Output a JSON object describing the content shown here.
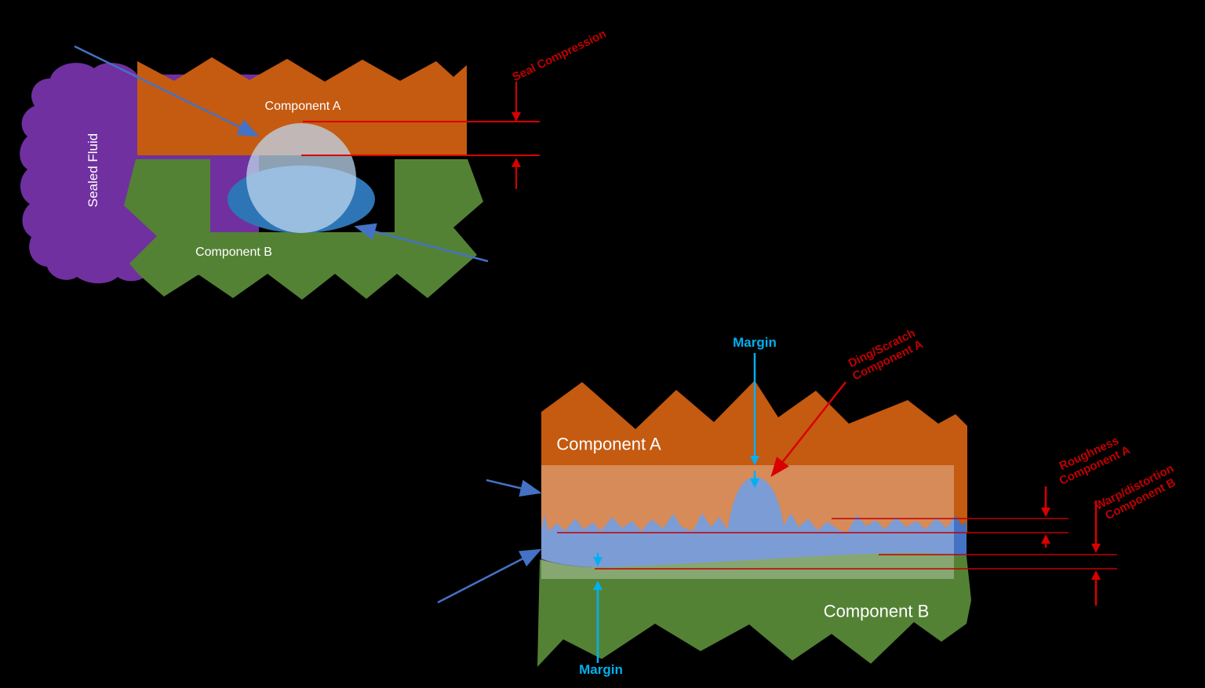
{
  "colors": {
    "background": "#000000",
    "component_a_orange": "#C55A11",
    "component_b_green": "#548235",
    "sealed_fluid_purple": "#7030A0",
    "seal_compressed_blue": "#2E75B6",
    "seal_uncompressed_light_blue": "#BDD7EE",
    "surface_blue": "#4472C4",
    "annotation_red": "#C00000",
    "dimension_red": "#D80000",
    "margin_cyan": "#00B0F0",
    "label_white": "#FFFFFF"
  },
  "diagram1": {
    "component_a": "Component A",
    "component_b": "Component B",
    "sealed_fluid": "Sealed Fluid",
    "seal_compression": "Seal Compression"
  },
  "diagram2": {
    "component_a": "Component A",
    "component_b": "Component B",
    "margin_top": "Margin",
    "margin_bottom": "Margin",
    "ding_scratch_line1": "Ding/Scratch",
    "ding_scratch_line2": "Component A",
    "roughness_line1": "Roughness",
    "roughness_line2": "Component A",
    "warp_line1": "Warp/distortion",
    "warp_line2": "Component B"
  }
}
